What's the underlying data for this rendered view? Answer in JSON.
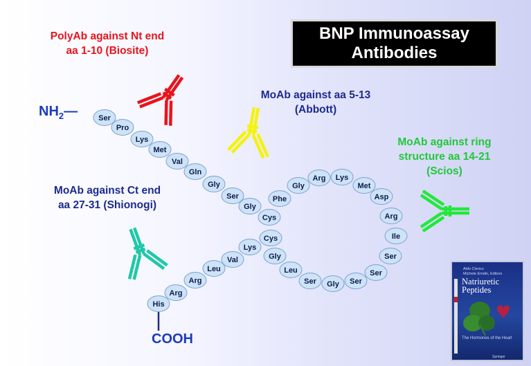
{
  "title": {
    "line1": "BNP Immunoassay",
    "line2": "Antibodies"
  },
  "termini": {
    "n_prefix": "NH",
    "n_sub": "2",
    "n_bond": "—",
    "c": "COOH"
  },
  "antibodies": [
    {
      "line1": "PolyAb against Nt end",
      "line2": "aa 1-10 (Biosite)",
      "color": "#e8141c"
    },
    {
      "line1": "MoAb against aa 5-13",
      "line2": "(Abbott)",
      "color": "#f4f20e"
    },
    {
      "line1": "MoAb against ring",
      "line2": "structure aa 14-21",
      "line3": "(Scios)",
      "color": "#22e83c"
    },
    {
      "line1": "MoAb against Ct end",
      "line2": "aa 27-31  (Shionogi)",
      "color": "#1fc8a6"
    }
  ],
  "residues": [
    "Ser",
    "Pro",
    "Lys",
    "Met",
    "Val",
    "Gln",
    "Gly",
    "Ser",
    "Gly",
    "Cys",
    "Phe",
    "Gly",
    "Arg",
    "Lys",
    "Met",
    "Asp",
    "Arg",
    "Ile",
    "Ser",
    "Ser",
    "Ser",
    "Gly",
    "Ser",
    "Leu",
    "Gly",
    "Cys",
    "Lys",
    "Val",
    "Leu",
    "Arg",
    "Arg",
    "His"
  ],
  "book": {
    "editors_line1": "Aldo Clerico",
    "editors_line2": "Michele Emdin, Editors",
    "title_line1": "Natriuretic",
    "title_line2": "Peptides",
    "subtitle": "The Hormones of the Heart",
    "publisher": "Springer"
  }
}
